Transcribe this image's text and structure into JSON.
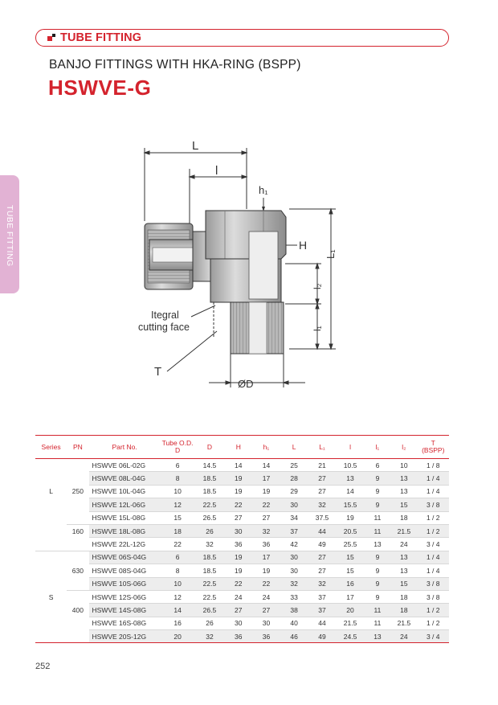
{
  "section": {
    "title": "TUBE FITTING",
    "color": "#d4232d"
  },
  "subtitle": "BANJO FITTINGS WITH HKA-RING (BSPP)",
  "model": "HSWVE-G",
  "side_tab": "TUBE FITTING",
  "drawing": {
    "labels": {
      "L": "L",
      "l": "l",
      "h1": "h₁",
      "H": "H",
      "L1": "L₁",
      "l2": "l₂",
      "l1": "l₁",
      "T": "T",
      "D": "ØD"
    },
    "note_line1": "Itegral",
    "note_line2": "cutting face"
  },
  "table": {
    "headers": [
      "Series",
      "PN",
      "Part No.",
      "Tube O.D.\nD",
      "D",
      "H",
      "h₁",
      "L",
      "L₁",
      "l",
      "l₁",
      "l₂",
      "T\n(BSPP)"
    ],
    "rows": [
      {
        "series": "",
        "pn": "",
        "part": "HSWVE 06L-02G",
        "v": [
          "6",
          "14.5",
          "14",
          "14",
          "25",
          "21",
          "10.5",
          "6",
          "10",
          "1 / 8"
        ]
      },
      {
        "series": "",
        "pn": "",
        "part": "HSWVE 08L-04G",
        "v": [
          "8",
          "18.5",
          "19",
          "17",
          "28",
          "27",
          "13",
          "9",
          "13",
          "1 / 4"
        ]
      },
      {
        "series": "L",
        "pn": "250",
        "part": "HSWVE 10L-04G",
        "v": [
          "10",
          "18.5",
          "19",
          "19",
          "29",
          "27",
          "14",
          "9",
          "13",
          "1 / 4"
        ]
      },
      {
        "series": "",
        "pn": "",
        "part": "HSWVE 12L-06G",
        "v": [
          "12",
          "22.5",
          "22",
          "22",
          "30",
          "32",
          "15.5",
          "9",
          "15",
          "3 / 8"
        ]
      },
      {
        "series": "",
        "pn": "",
        "part": "HSWVE 15L-08G",
        "v": [
          "15",
          "26.5",
          "27",
          "27",
          "34",
          "37.5",
          "19",
          "11",
          "18",
          "1 / 2"
        ]
      },
      {
        "series": "",
        "pn": "160",
        "part": "HSWVE 18L-08G",
        "v": [
          "18",
          "26",
          "30",
          "32",
          "37",
          "44",
          "20.5",
          "11",
          "21.5",
          "1 / 2"
        ]
      },
      {
        "series": "",
        "pn": "",
        "part": "HSWVE 22L-12G",
        "v": [
          "22",
          "32",
          "36",
          "36",
          "42",
          "49",
          "25.5",
          "13",
          "24",
          "3 / 4"
        ]
      },
      {
        "series": "",
        "pn": "",
        "part": "HSWVE 06S-04G",
        "v": [
          "6",
          "18.5",
          "19",
          "17",
          "30",
          "27",
          "15",
          "9",
          "13",
          "1 / 4"
        ]
      },
      {
        "series": "",
        "pn": "630",
        "part": "HSWVE 08S-04G",
        "v": [
          "8",
          "18.5",
          "19",
          "19",
          "30",
          "27",
          "15",
          "9",
          "13",
          "1 / 4"
        ]
      },
      {
        "series": "",
        "pn": "",
        "part": "HSWVE 10S-06G",
        "v": [
          "10",
          "22.5",
          "22",
          "22",
          "32",
          "32",
          "16",
          "9",
          "15",
          "3 / 8"
        ]
      },
      {
        "series": "S",
        "pn": "",
        "part": "HSWVE 12S-06G",
        "v": [
          "12",
          "22.5",
          "24",
          "24",
          "33",
          "37",
          "17",
          "9",
          "18",
          "3 / 8"
        ]
      },
      {
        "series": "",
        "pn": "400",
        "part": "HSWVE 14S-08G",
        "v": [
          "14",
          "26.5",
          "27",
          "27",
          "38",
          "37",
          "20",
          "11",
          "18",
          "1 / 2"
        ]
      },
      {
        "series": "",
        "pn": "",
        "part": "HSWVE 16S-08G",
        "v": [
          "16",
          "26",
          "30",
          "30",
          "40",
          "44",
          "21.5",
          "11",
          "21.5",
          "1 / 2"
        ]
      },
      {
        "series": "",
        "pn": "",
        "part": "HSWVE 20S-12G",
        "v": [
          "20",
          "32",
          "36",
          "36",
          "46",
          "49",
          "24.5",
          "13",
          "24",
          "3 / 4"
        ]
      }
    ]
  },
  "page_number": "252"
}
